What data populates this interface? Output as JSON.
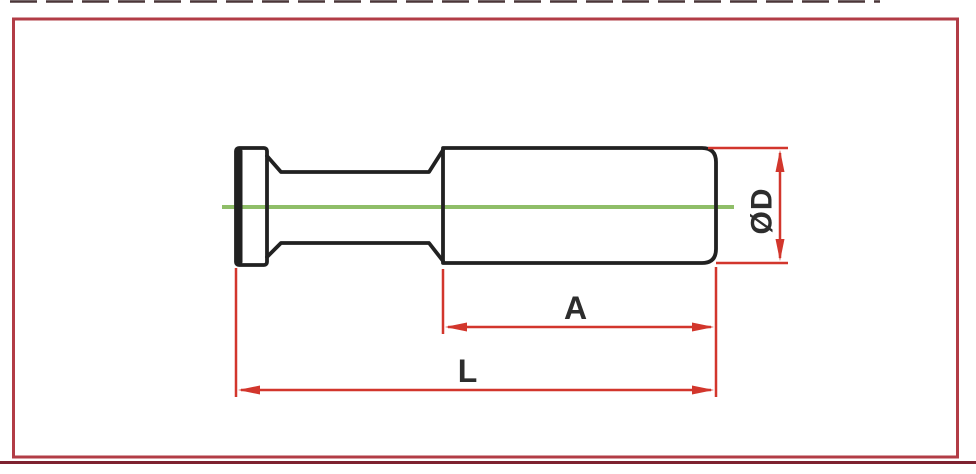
{
  "colors": {
    "frame_red": "#b23c46",
    "dimension_red": "#d2362c",
    "part_outline": "#212121",
    "centerline_green": "#8fbe68",
    "label_text": "#2d2d2d",
    "top_edge_line": "#4a3638",
    "bottom_edge_line": "#7e2230",
    "background": "#ffffff"
  },
  "drawing": {
    "labels": {
      "diameter": "ØD",
      "body_length": "A",
      "overall_length": "L"
    }
  }
}
